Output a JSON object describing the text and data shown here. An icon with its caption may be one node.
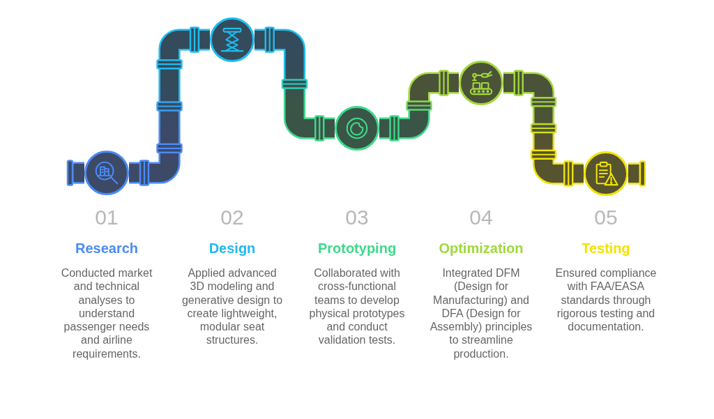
{
  "diagram": {
    "nodes": [
      {
        "text": [],
        "shape": "circle",
        "beside": [
          "01",
          "Research",
          "Conducted market and technical analyses to understand passenger needs and airline requirements."
        ]
      },
      {
        "text": [],
        "shape": "circle",
        "beside": [
          "02",
          "Design",
          "Applied advanced 3D modeling and generative design to create lightweight, modular seat structures."
        ]
      },
      {
        "text": [],
        "shape": "circle",
        "beside": [
          "03",
          "Prototyping",
          "Collaborated with cross-functional teams to develop physical prototypes and conduct validation tests."
        ]
      },
      {
        "text": [],
        "shape": "circle",
        "beside": [
          "04",
          "Optimization",
          "Integrated DFM (Design for Manufacturing) and DFA (Design for Assembly) principles to streamline production."
        ]
      },
      {
        "text": [],
        "shape": "circle",
        "beside": [
          "05",
          "Testing",
          "Ensured compliance with FAA/EASA standards through rigorous testing and documentation."
        ]
      }
    ],
    "edges": [
      {
        "from": null,
        "to": 0,
        "arrow": "none",
        "color": "#4a8af4"
      },
      {
        "from": 0,
        "to": 1,
        "arrow": "none",
        "color": "#4a8af4"
      },
      {
        "from": 1,
        "to": 2,
        "arrow": "none",
        "color": "#1ebcf0"
      },
      {
        "from": 2,
        "to": 3,
        "arrow": "none",
        "color": "#3fd98a"
      },
      {
        "from": 3,
        "to": 4,
        "arrow": "none",
        "color": "#a4d83c"
      },
      {
        "from": 4,
        "to": null,
        "arrow": "none",
        "color": "#f2e205"
      }
    ]
  }
}
